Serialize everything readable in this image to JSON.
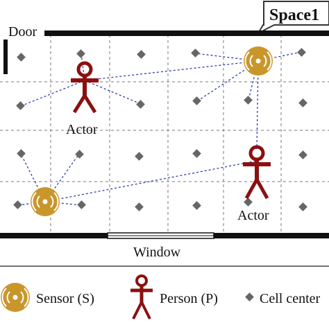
{
  "labels": {
    "door": "Door",
    "space": "Space1",
    "window": "Window",
    "actor_1": "Actor",
    "actor_2": "Actor"
  },
  "legend": {
    "sensor": "Sensor (S)",
    "person": "Person (P)",
    "cell_center": "Cell center"
  },
  "colors": {
    "sensor": "#c9962b",
    "person": "#8b1010",
    "cell_center": "#666666",
    "link": "#1f2fa8",
    "wall": "#111111",
    "grid": "#777777"
  },
  "icons": [
    "sensor-icon",
    "person-icon",
    "cell-center-icon"
  ]
}
